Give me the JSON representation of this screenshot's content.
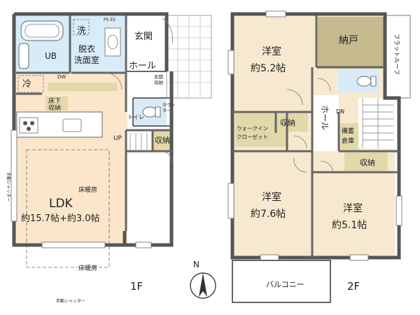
{
  "floor1": {
    "label": "1F",
    "rooms": {
      "wash": "洗",
      "ub": "UB",
      "dressing": [
        "脱衣",
        "洗面室"
      ],
      "entrance": "玄関",
      "hall": "ホール",
      "entrance_storage": [
        "玄関",
        "収納"
      ],
      "fridge": "冷",
      "dw": "DW",
      "underfloor": [
        "床下",
        "収納"
      ],
      "toilet": "トイレ",
      "counter": [
        "カウン",
        "ター"
      ],
      "up": "UP",
      "storage": "収納",
      "ldk": "LDK",
      "ldk_size": "約15.7帖+約3.0帖",
      "floor_heat_top": "床暖房",
      "floor_heat_bottom": "床暖房",
      "ps_es": "PS ES"
    },
    "shutter_left": "手動シャッター",
    "shutter_bottom": "手動シャッター"
  },
  "floor2": {
    "label": "2F",
    "rooms": {
      "western1": "洋室",
      "western1_size": "約5.2帖",
      "closet": "納戸",
      "flat_roof": "フラットルーフ",
      "walkin": [
        "ウォークイン",
        "クローゼット"
      ],
      "storage_mid": "収納",
      "hall": "ホール",
      "dn": "DN",
      "stockroom": [
        "備蓄",
        "倉庫"
      ],
      "storage_right": "収納",
      "western2": "洋室",
      "western2_size": "約7.6帖",
      "western3": "洋室",
      "western3_size": "約5.1帖",
      "balcony": "バルコニー"
    }
  },
  "compass": {
    "north": "N"
  },
  "colors": {
    "floor": "#f7e9cf",
    "ldk_floor": "#fbe6cc",
    "wet_floor": "#d7ecf8",
    "storage_fill": "#e3d8a9",
    "closet_fill": "#c5b98e",
    "wall": "#555555"
  }
}
